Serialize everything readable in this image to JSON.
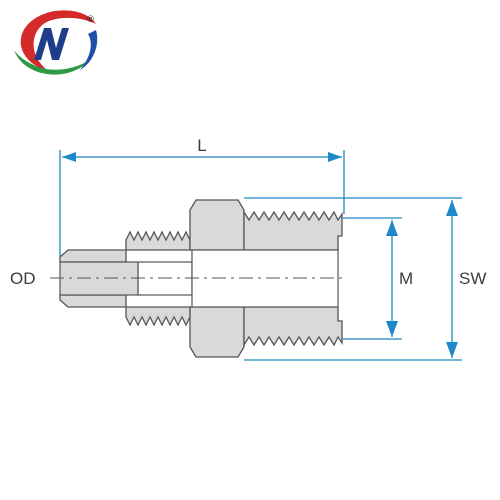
{
  "logo": {
    "letter": "N",
    "registered_mark": "®",
    "colors": {
      "red": "#d42a2a",
      "green": "#2e9a46",
      "blue": "#1f4fa8"
    }
  },
  "labels": {
    "length": "L",
    "outer_diameter": "OD",
    "thread": "M",
    "wrench_size": "SW"
  },
  "colors": {
    "outline": "#555555",
    "fill": "#d9d9d9",
    "dimension": "#1e88c8",
    "label": "#3d3d3d"
  }
}
